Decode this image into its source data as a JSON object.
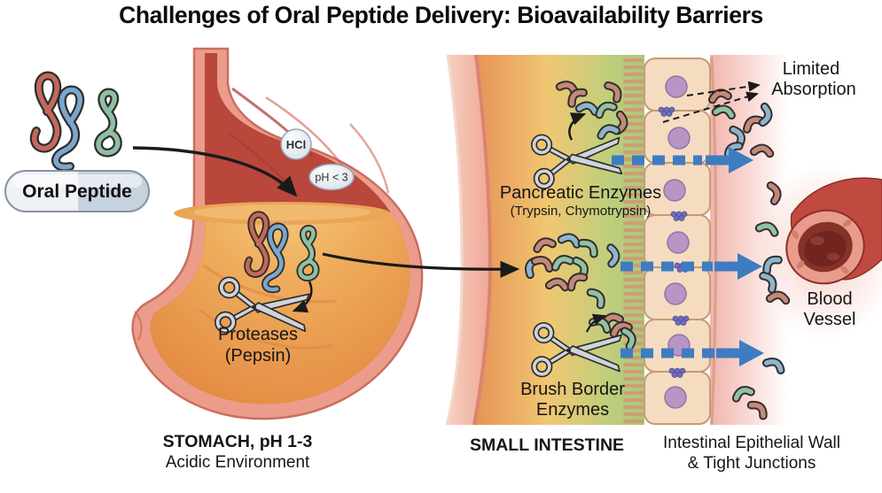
{
  "title": "Challenges of Oral Peptide Delivery: Bioavailability Barriers",
  "oral_peptide": {
    "label": "Oral Peptide"
  },
  "stomach": {
    "hcl": "HCl",
    "ph": "pH < 3",
    "enzyme_line1": "Proteases",
    "enzyme_line2": "(Pepsin)",
    "caption_bold": "STOMACH, pH 1-3",
    "caption_sub": "Acidic Environment"
  },
  "small_intestine": {
    "pancreatic_line1": "Pancreatic Enzymes",
    "pancreatic_line2": "(Trypsin, Chymotrypsin)",
    "brush_line1": "Brush Border",
    "brush_line2": "Enzymes",
    "caption_bold": "SMALL INTESTINE",
    "wall_line1": "Intestinal Epithelial Wall",
    "wall_line2": "& Tight Junctions"
  },
  "absorption": {
    "line1": "Limited",
    "line2": "Absorption"
  },
  "blood_vessel": {
    "line1": "Blood",
    "line2": "Vessel"
  },
  "colors": {
    "arrow_blue": "#3E7CC1",
    "stomach_wall": "#EC9C8A",
    "stomach_interior": "#B9473C",
    "gastric_fluid": "#E8914F",
    "intestine_gradient": [
      "#E78F55",
      "#F0C772",
      "#A8C77F"
    ],
    "cell_fill": "#F5DCC1",
    "nucleus": "#B795C4",
    "tight_junction": "#6F6CB8",
    "fragment_salmon": "#C58878",
    "fragment_blue": "#8FB4CB",
    "fragment_green": "#92C1A4"
  }
}
